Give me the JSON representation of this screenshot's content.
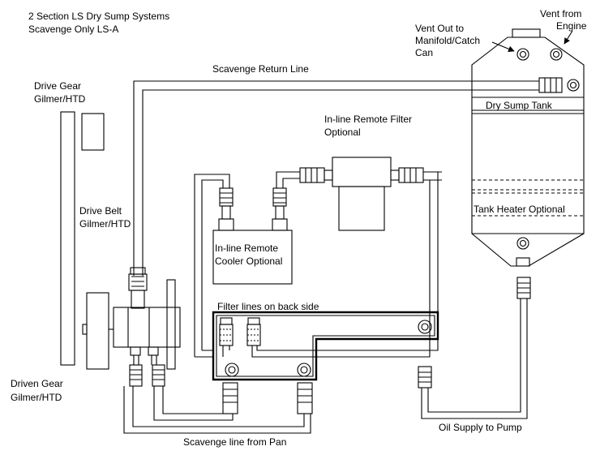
{
  "diagram": {
    "title_line1": "2 Section LS Dry Sump Systems",
    "title_line2": "Scavenge Only LS-A",
    "labels": {
      "scavenge_return_line": "Scavenge Return Line",
      "drive_gear_1": "Drive Gear",
      "drive_gear_2": "Gilmer/HTD",
      "drive_belt_1": "Drive Belt",
      "drive_belt_2": "Gilmer/HTD",
      "driven_gear_1": "Driven Gear",
      "driven_gear_2": "Gilmer/HTD",
      "remote_filter_1": "In-line Remote Filter",
      "remote_filter_2": "Optional",
      "remote_cooler_1": "In-line Remote",
      "remote_cooler_2": "Cooler Optional",
      "filter_lines": "Filter lines on back side",
      "vent_out_1": "Vent Out to",
      "vent_out_2": "Manifold/Catch",
      "vent_out_3": "Can",
      "vent_from_1": "Vent from",
      "vent_from_2": "Engine",
      "dry_sump_tank": "Dry Sump Tank",
      "tank_heater": "Tank Heater Optional",
      "oil_supply": "Oil Supply to Pump",
      "scavenge_from_pan": "Scavenge line from Pan"
    }
  }
}
